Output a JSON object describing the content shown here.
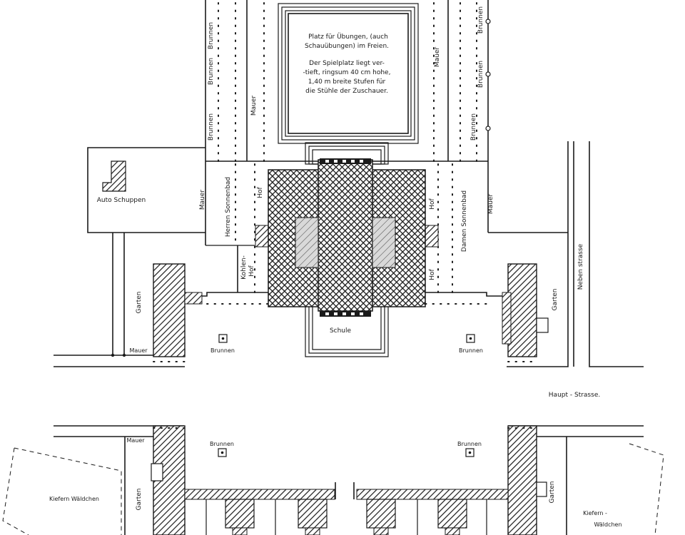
{
  "labels": {
    "note": [
      "Platz für Übungen, (auch",
      "Schauübungen) im Freien.",
      "Der Spielplatz liegt ver-",
      "-tieft, ringsum 40 cm hohe,",
      "1,40 m breite Stufen für",
      "die Stühle der Zuschauer."
    ],
    "brunnen": "Brunnen",
    "mauer": "Mauer",
    "auto_schuppen": "Auto Schuppen",
    "herren_sonnenbad": "Herren Sonnenbad",
    "damen_sonnenbad": "Damen Sonnenbad",
    "hof": "Hof",
    "kohlen_hof_1": "Kohlen-",
    "kohlen_hof_2": "Hof",
    "schule": "Schule",
    "garten": "Garten",
    "neben_strasse": "Neben strasse",
    "haupt_strasse": "Haupt - Strasse.",
    "kiefern_waeldchen": "Kiefern  Wäldchen",
    "kiefern_1": "Kiefern -",
    "kiefern_2": "Wäldchen"
  },
  "colors": {
    "ink": "#1a1a1a",
    "paper": "#ffffff",
    "light_fill": "#d9d9d9"
  }
}
